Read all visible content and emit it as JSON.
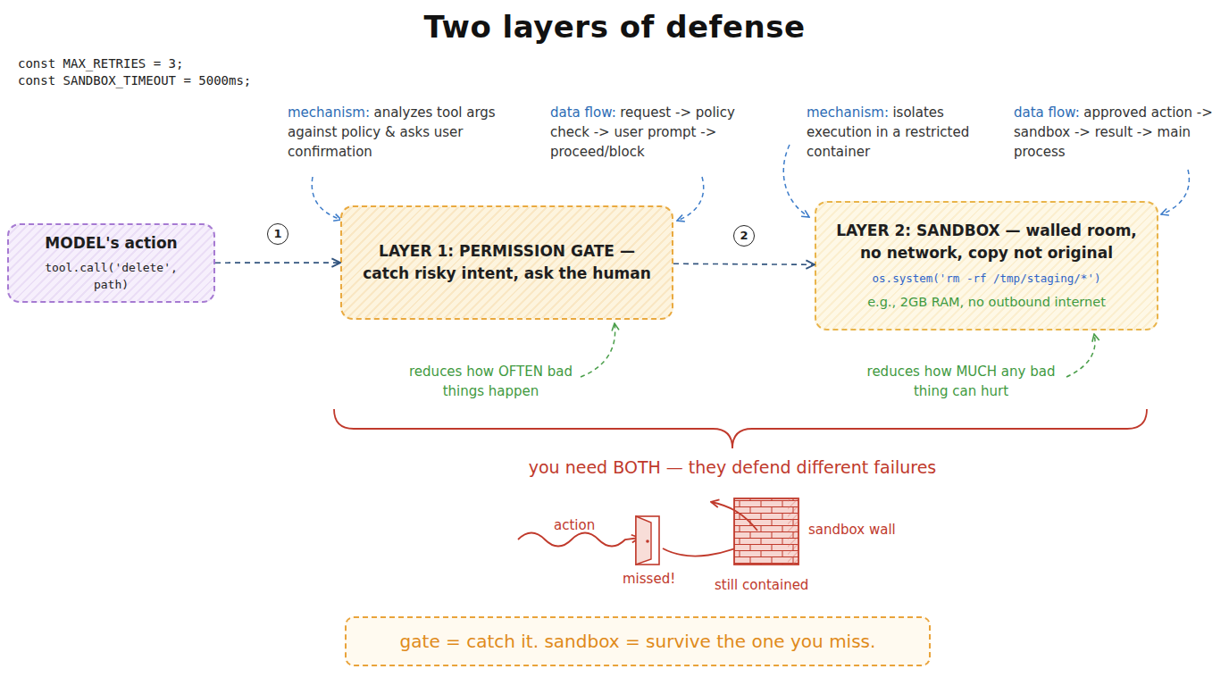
{
  "diagram": {
    "title": "Two layers of defense",
    "nodes": [
      {
        "text": [
          "MODEL's action",
          "tool.call('delete', path)"
        ]
      },
      {
        "text": [
          "LAYER 1: PERMISSION GATE — catch risky intent, ask the human"
        ]
      },
      {
        "text": [
          "LAYER 2: SANDBOX — walled room, no network, copy not original",
          "os.system('rm -rf /tmp/staging/*')",
          "e.g., 2GB RAM, no outbound internet"
        ]
      },
      {
        "text": [
          "gate = catch it. sandbox = survive the one you miss."
        ]
      }
    ],
    "edges": [
      {
        "from": 0,
        "to": 1,
        "label": "1",
        "arrow": "to"
      },
      {
        "from": 1,
        "to": 2,
        "label": "2",
        "arrow": "to"
      }
    ],
    "labels": [
      "const MAX_RETRIES = 3;",
      "const SANDBOX_TIMEOUT = 5000ms;",
      "mechanism:",
      "analyzes tool args against policy & asks user confirmation",
      "data flow:",
      "request -> policy check -> user prompt -> proceed/block",
      "mechanism:",
      "isolates execution in a restricted container",
      "data flow:",
      "approved action -> sandbox -> result -> main process",
      "reduces how OFTEN bad things happen",
      "reduces how MUCH any bad thing can hurt",
      "you need BOTH — they defend different failures",
      "action",
      "missed!",
      "sandbox wall",
      "still contained"
    ]
  }
}
